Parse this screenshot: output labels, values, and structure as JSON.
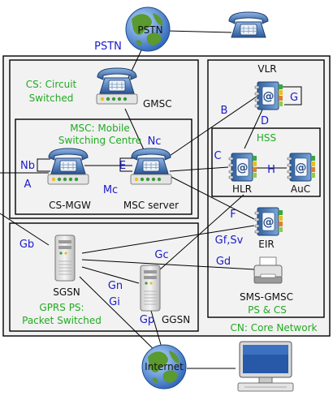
{
  "colors": {
    "interface": "#1a1acc",
    "region": "#22aa22",
    "box_fill": "#f2f2f2",
    "box_stroke": "#000000",
    "phone": "#3c6fb0",
    "binder": "#4e7fc0"
  },
  "nodes": {
    "pstn": "PSTN",
    "internet": "Internet",
    "gmsc": "GMSC",
    "cs_mgw": "CS-MGW",
    "msc_server": "MSC server",
    "vlr": "VLR",
    "hlr": "HLR",
    "auc": "AuC",
    "eir": "EIR",
    "sms_gmsc": "SMS-GMSC",
    "sgsn": "SGSN",
    "ggsn": "GGSN"
  },
  "regions": {
    "cs_line1": "CS: Circuit",
    "cs_line2": "Switched",
    "msc_line1": "MSC: Mobile",
    "msc_line2": "Switching Centre",
    "hss": "HSS",
    "ps_cs": "PS & CS",
    "gprs_line1": "GPRS PS:",
    "gprs_line2": "Packet Switched",
    "cn": "CN: Core Network"
  },
  "interfaces": {
    "pstn": "PSTN",
    "nc": "Nc",
    "nb": "Nb",
    "e": "E",
    "a": "A",
    "mc": "Mc",
    "b": "B",
    "d": "D",
    "g": "G",
    "c": "C",
    "h": "H",
    "f": "F",
    "gf_sv": "Gf,Sv",
    "gd": "Gd",
    "gb": "Gb",
    "gc": "Gc",
    "gn": "Gn",
    "gi": "Gi",
    "gp": "Gp"
  },
  "icons": [
    "globe-icon",
    "telephone-icon",
    "address-book-icon",
    "server-icon",
    "printer-icon",
    "computer-icon"
  ]
}
